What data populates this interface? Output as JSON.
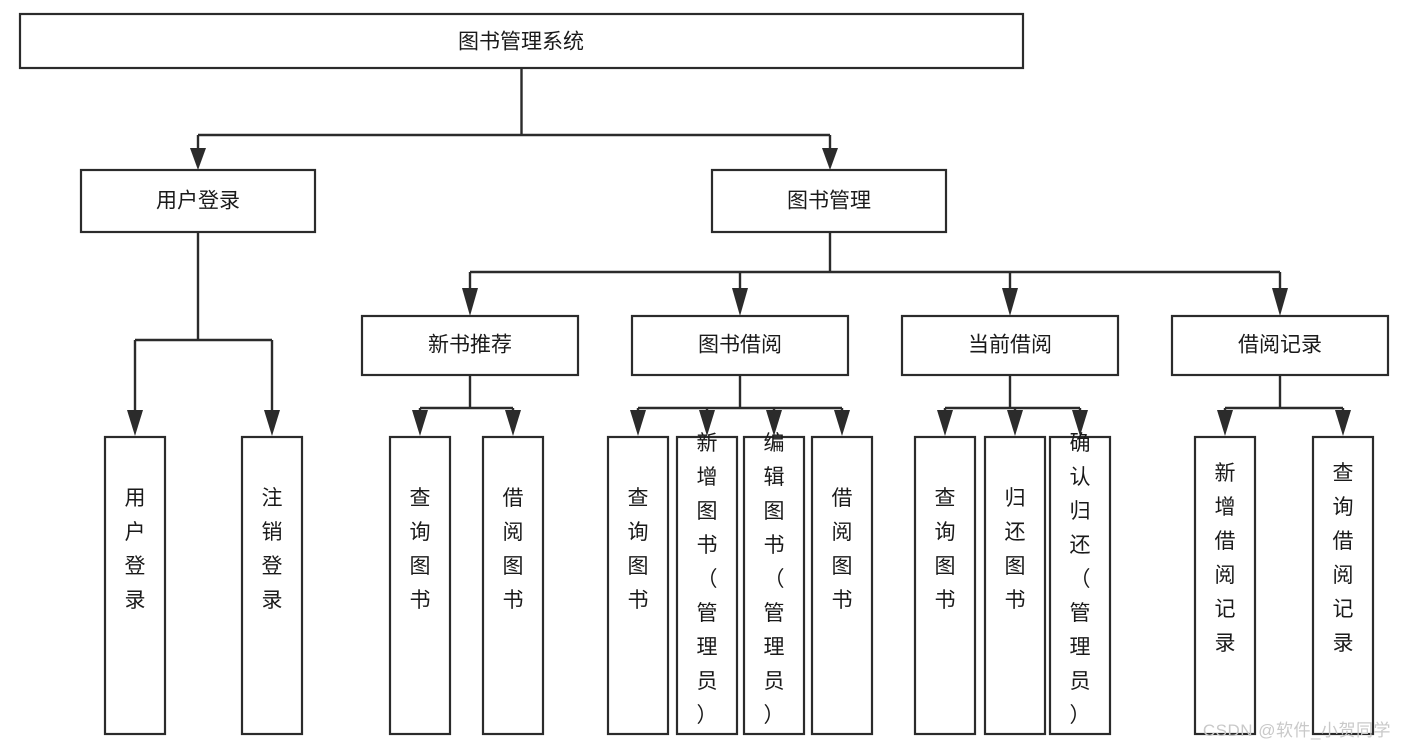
{
  "diagram": {
    "title": "图书管理系统",
    "type": "tree-hierarchy-functional-decomposition",
    "orientation": "top-down",
    "colors": {
      "box_fill": "#ffffff",
      "box_stroke": "#2b2b2b",
      "connector": "#2b2b2b",
      "text": "#1a1a1a",
      "watermark": "#c9c9c9",
      "background": "#ffffff"
    },
    "root": {
      "label": "图书管理系统",
      "orientation": "horizontal"
    },
    "level2": [
      {
        "label": "用户登录",
        "orientation": "horizontal"
      },
      {
        "label": "图书管理",
        "orientation": "horizontal"
      }
    ],
    "level3": [
      {
        "label": "新书推荐",
        "orientation": "horizontal"
      },
      {
        "label": "图书借阅",
        "orientation": "horizontal"
      },
      {
        "label": "当前借阅",
        "orientation": "horizontal"
      },
      {
        "label": "借阅记录",
        "orientation": "horizontal"
      }
    ],
    "leaves": {
      "user_login": [
        {
          "label": "用户登录",
          "orientation": "vertical"
        },
        {
          "label": "注销登录",
          "orientation": "vertical"
        }
      ],
      "new_book_recommend": [
        {
          "label": "查询图书",
          "orientation": "vertical"
        },
        {
          "label": "借阅图书",
          "orientation": "vertical"
        }
      ],
      "book_borrow": [
        {
          "label": "查询图书",
          "orientation": "vertical"
        },
        {
          "label": "新增图书（管理员）",
          "orientation": "vertical"
        },
        {
          "label": "编辑图书（管理员）",
          "orientation": "vertical"
        },
        {
          "label": "借阅图书",
          "orientation": "vertical"
        }
      ],
      "current_borrow": [
        {
          "label": "查询图书",
          "orientation": "vertical"
        },
        {
          "label": "归还图书",
          "orientation": "vertical"
        },
        {
          "label": "确认归还（管理员）",
          "orientation": "vertical"
        }
      ],
      "borrow_record": [
        {
          "label": "新增借阅记录",
          "orientation": "vertical"
        },
        {
          "label": "查询借阅记录",
          "orientation": "vertical"
        }
      ]
    }
  },
  "watermark": {
    "text": "CSDN @软件_小贺同学"
  }
}
